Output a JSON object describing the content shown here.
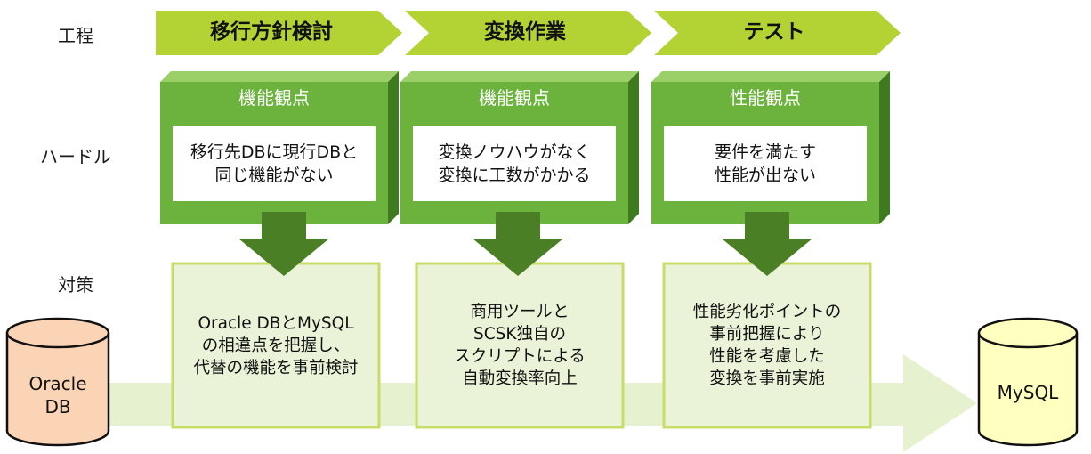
{
  "row_labels": {
    "process": "工程",
    "hurdle": "ハードル",
    "measure": "対策"
  },
  "phases": [
    {
      "process": "移行方針検討",
      "hurdle_title": "機能観点",
      "hurdle_lines": [
        "移行先DBに現行DBと",
        "同じ機能がない"
      ],
      "measure_lines": [
        "Oracle DBとMySQL",
        "の相違点を把握し、",
        "代替の機能を事前検討"
      ]
    },
    {
      "process": "変換作業",
      "hurdle_title": "機能観点",
      "hurdle_lines": [
        "変換ノウハウがなく",
        "変換に工数がかかる"
      ],
      "measure_lines": [
        "商用ツールと",
        "SCSK独自の",
        "スクリプトによる",
        "自動変換率向上"
      ]
    },
    {
      "process": "テスト",
      "hurdle_title": "性能観点",
      "hurdle_lines": [
        "要件を満たす",
        "性能が出ない"
      ],
      "measure_lines": [
        "性能劣化ポイントの",
        "事前把握により",
        "性能を考慮した",
        "変換を事前実施"
      ]
    }
  ],
  "source_db": {
    "lines": [
      "Oracle",
      "DB"
    ],
    "color": "#fbd3b5"
  },
  "target_db": {
    "lines": [
      "MySQL"
    ],
    "color": "#ffffc0"
  },
  "colors": {
    "chevron": "#b3d334",
    "hurdle_box": "#6cb33e",
    "down_arrow": "#4a7f25",
    "measure_fill": "#eaf3d8",
    "measure_border": "#c8dc6a",
    "band": "#e6f2cf"
  }
}
